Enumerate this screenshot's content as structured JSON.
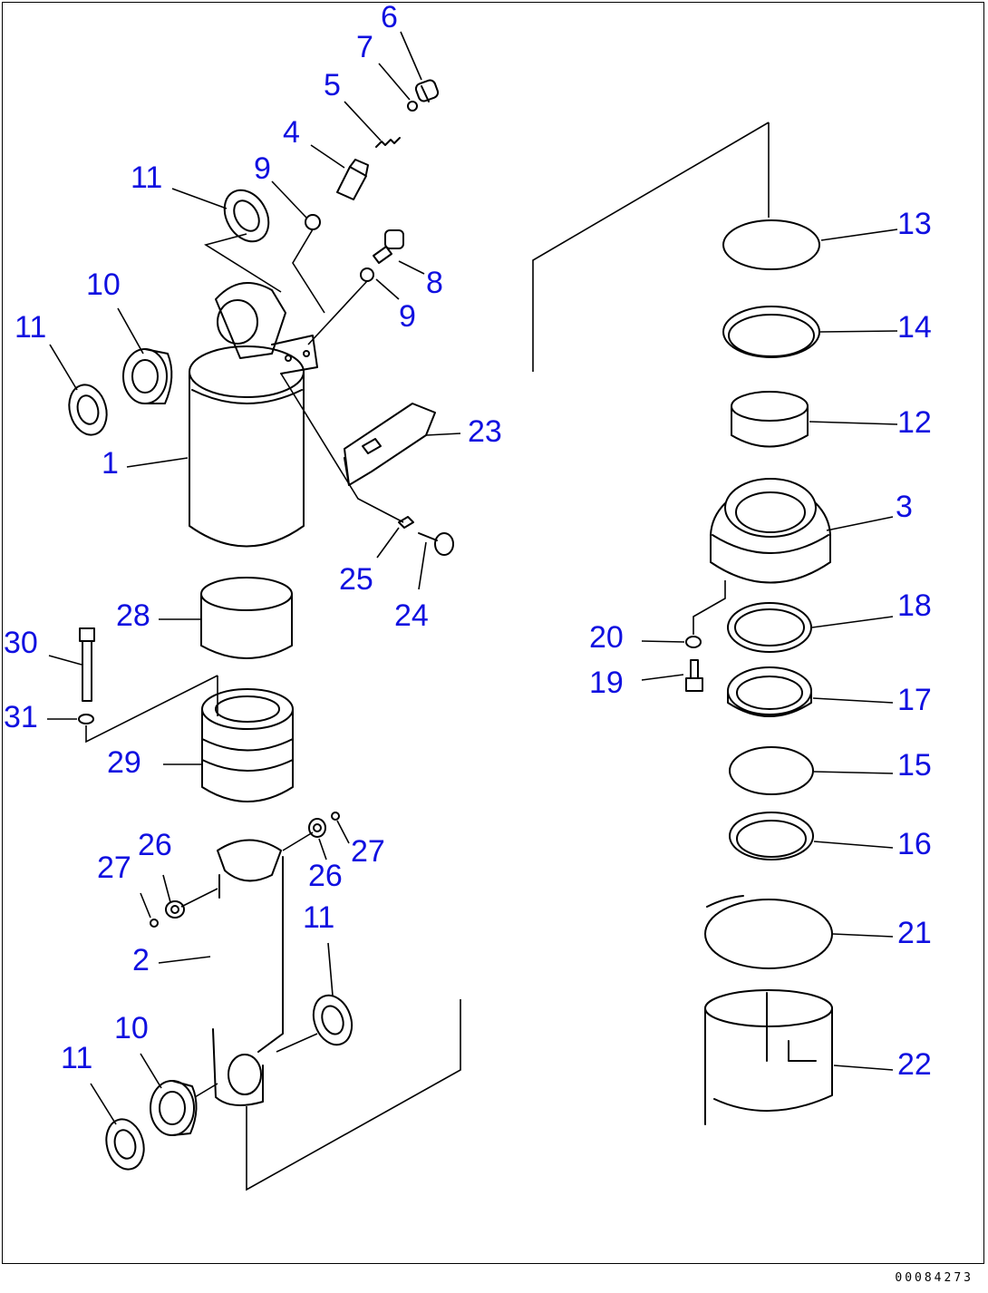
{
  "diagram": {
    "drawing_number": "00084273",
    "callouts": [
      {
        "id": "c6",
        "text": "6"
      },
      {
        "id": "c7",
        "text": "7"
      },
      {
        "id": "c5",
        "text": "5"
      },
      {
        "id": "c4",
        "text": "4"
      },
      {
        "id": "c11a",
        "text": "11"
      },
      {
        "id": "c9a",
        "text": "9"
      },
      {
        "id": "c8",
        "text": "8"
      },
      {
        "id": "c9b",
        "text": "9"
      },
      {
        "id": "c10a",
        "text": "10"
      },
      {
        "id": "c11b",
        "text": "11"
      },
      {
        "id": "c1",
        "text": "1"
      },
      {
        "id": "c23",
        "text": "23"
      },
      {
        "id": "c25",
        "text": "25"
      },
      {
        "id": "c24",
        "text": "24"
      },
      {
        "id": "c28",
        "text": "28"
      },
      {
        "id": "c30",
        "text": "30"
      },
      {
        "id": "c31",
        "text": "31"
      },
      {
        "id": "c29",
        "text": "29"
      },
      {
        "id": "c26a",
        "text": "26"
      },
      {
        "id": "c27a",
        "text": "27"
      },
      {
        "id": "c27b",
        "text": "27"
      },
      {
        "id": "c26b",
        "text": "26"
      },
      {
        "id": "c11c",
        "text": "11"
      },
      {
        "id": "c2",
        "text": "2"
      },
      {
        "id": "c10b",
        "text": "10"
      },
      {
        "id": "c11d",
        "text": "11"
      },
      {
        "id": "c13",
        "text": "13"
      },
      {
        "id": "c14",
        "text": "14"
      },
      {
        "id": "c12",
        "text": "12"
      },
      {
        "id": "c3",
        "text": "3"
      },
      {
        "id": "c18",
        "text": "18"
      },
      {
        "id": "c20",
        "text": "20"
      },
      {
        "id": "c19",
        "text": "19"
      },
      {
        "id": "c17",
        "text": "17"
      },
      {
        "id": "c15",
        "text": "15"
      },
      {
        "id": "c16",
        "text": "16"
      },
      {
        "id": "c21",
        "text": "21"
      },
      {
        "id": "c22",
        "text": "22"
      }
    ]
  }
}
